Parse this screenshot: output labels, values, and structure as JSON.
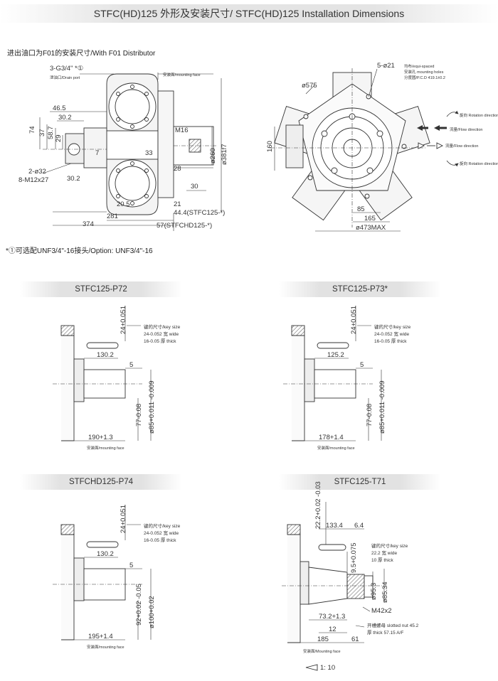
{
  "header": {
    "title": "STFC(HD)125 外形及安装尺寸/ STFC(HD)125 Installation Dimensions"
  },
  "subtitle": "进出油口为F01的安装尺寸/With F01 Distributor",
  "footnote": "*①可选配UNF3/4\"-16接头/Option: UNF3/4\"-16",
  "main": {
    "port_label": "3-G3/4\" *①",
    "drain_port": "泄油口/Drain port",
    "mounting_face": "安装面/mounting face",
    "dims": {
      "d465": "46.5",
      "d302": "30.2",
      "d74": "74",
      "d37": "37",
      "d587": "58.7",
      "d29": "29",
      "d2032": "2-ø32",
      "d8m12": "8-M12x27",
      "d302b": "30.2",
      "m16": "M16",
      "d33": "33",
      "d260": "ø260",
      "d381": "ø381f7",
      "d30": "30",
      "d28": "28",
      "d205": "20.5",
      "d21": "21",
      "d44": "44.4(STFC125-*)",
      "d281": "281",
      "d374": "374",
      "d57": "57(STFCHD125-*)",
      "d7": "7"
    }
  },
  "front": {
    "holes": "5-ø21",
    "holes_note1": "均布/equi-spaced",
    "holes_note2": "安装孔 mounting holes",
    "holes_note3": "分度圆/P.C.D 419.1±0.2",
    "d575": "ø575",
    "d160": "160",
    "rot1": "旋向 Rotation direction",
    "flow1": "流量/Flow direction",
    "flow2": "流量/Flow direction",
    "rot2": "旋向 Rotation direction",
    "d85": "85",
    "d165": "165",
    "d473": "ø473MAX"
  },
  "sections": [
    {
      "title": "STFC125-P72",
      "key_size": "键的尺寸/key size",
      "key_w": "24-0.052 宽 wide",
      "key_t": "16-0.05 厚 thick",
      "tol": "24+0.051",
      "len": "130.2",
      "d5": "5",
      "d77": "77-0.08",
      "d85": "ø85+0.011 -0.009",
      "d190": "190+1.3",
      "mount": "安装面/mounting face"
    },
    {
      "title": "STFC125-P73*",
      "key_size": "键的尺寸/key size",
      "key_w": "24-0.052 宽 wide",
      "key_t": "16-0.05 厚 thick",
      "tol": "24+0.051",
      "len": "125.2",
      "d5": "5",
      "d77": "77-0.08",
      "d85": "ø85+0.011 -0.009",
      "d178": "178+1.4",
      "mount": "安装面/mounting face"
    },
    {
      "title": "STFCHD125-P74",
      "key_size": "键的尺寸/key size",
      "key_w": "24-0.052 宽 wide",
      "key_t": "16-0.05 厚 thick",
      "tol": "24+0.051",
      "len": "130.2",
      "d5": "5",
      "d92": "92+0.02 -0.05",
      "d100": "ø100+0.02",
      "d195": "195+1.4",
      "mount": "安装面/mounting face"
    },
    {
      "title": "STFC125-T71",
      "key_size": "键的尺寸/key size",
      "key_w": "22.2 宽 wide",
      "key_t": "10 厚 thick",
      "tol": "22.2+0.02 -0.03",
      "len": "133.4",
      "d64": "6.4",
      "d95": "9.5+0.075",
      "d953": "ø95.3",
      "d8534": "ø85.34",
      "m42": "M42x2",
      "d732": "73.2+1.3",
      "d12": "12",
      "d185": "185",
      "d61": "61",
      "nut": "开槽螺母 slotted nut 45.2",
      "nut2": "厚 thick 57.15 A/F",
      "mount": "安装面/Mounting face",
      "scale": "1: 10"
    }
  ]
}
